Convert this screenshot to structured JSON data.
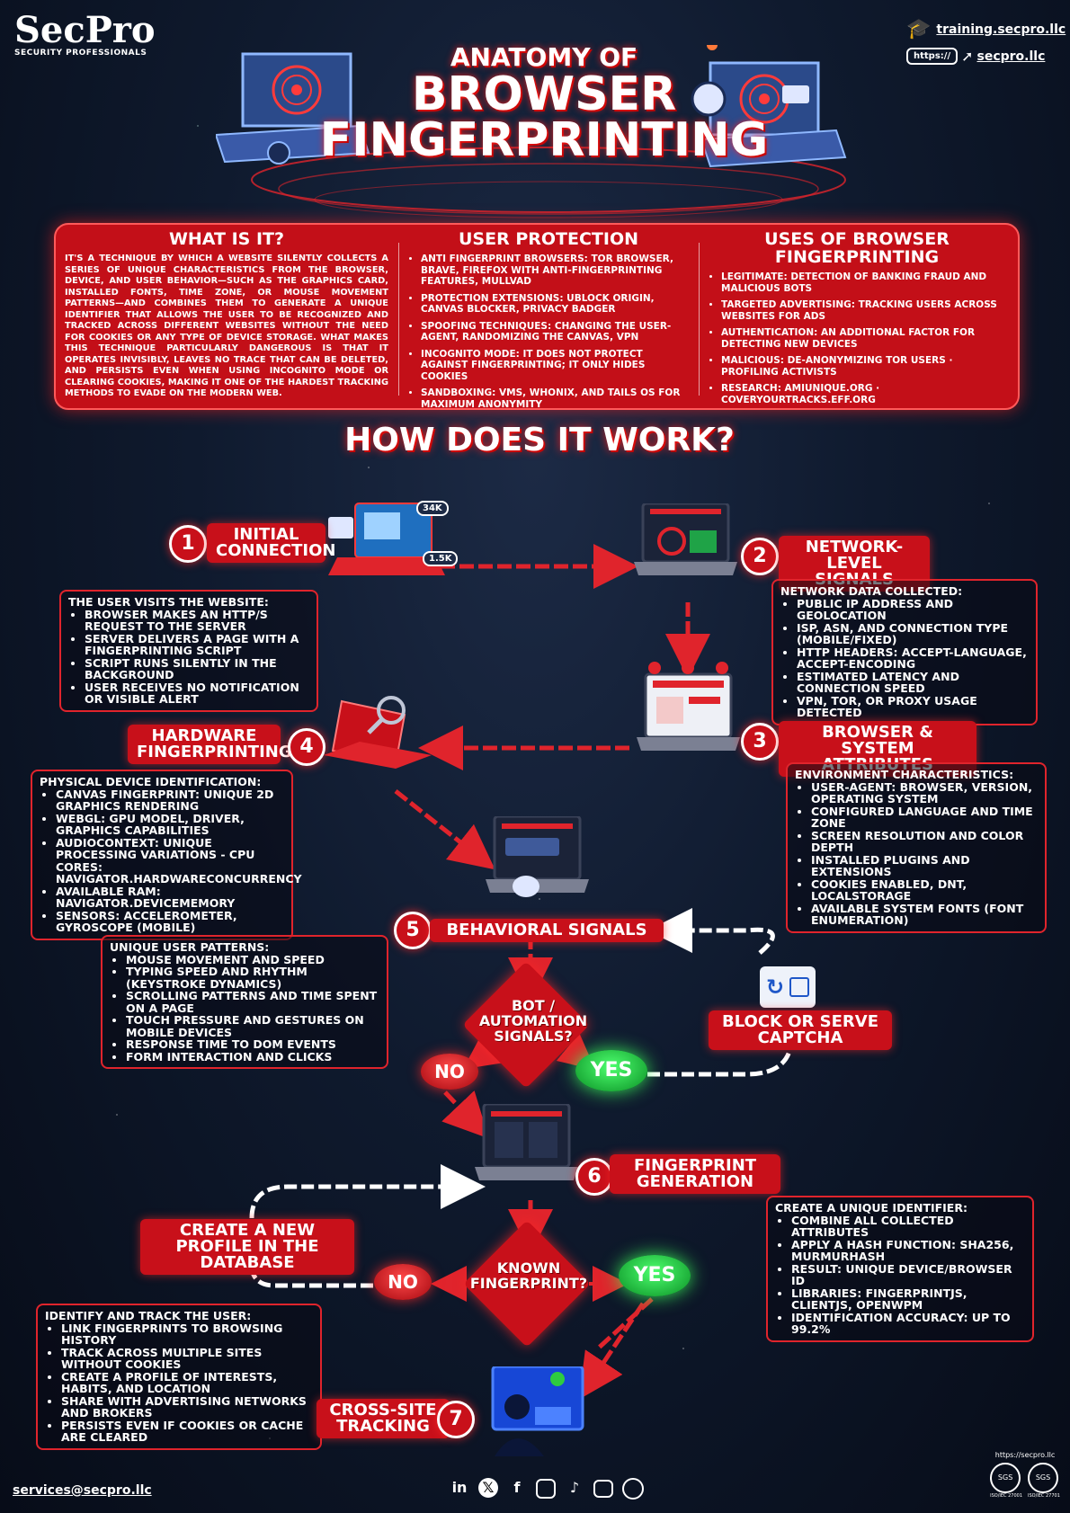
{
  "brand": {
    "name": "SecPro",
    "tagline": "SECURITY PROFESSIONALS"
  },
  "links": {
    "training": "training.secpro.llc",
    "https_prefix": "https://",
    "site": "secpro.llc"
  },
  "title": {
    "line1": "ANATOMY OF",
    "line2": "BROWSER",
    "line3": "FINGERPRINTING"
  },
  "what_is_it": {
    "heading": "WHAT IS IT?",
    "text": "IT'S A TECHNIQUE BY WHICH A WEBSITE SILENTLY COLLECTS A SERIES OF UNIQUE CHARACTERISTICS FROM THE BROWSER, DEVICE, AND USER BEHAVIOR—SUCH AS THE GRAPHICS CARD, INSTALLED FONTS, TIME ZONE, OR MOUSE MOVEMENT PATTERNS—AND COMBINES THEM TO GENERATE A UNIQUE IDENTIFIER THAT ALLOWS THE USER TO BE RECOGNIZED AND TRACKED ACROSS DIFFERENT WEBSITES WITHOUT THE NEED FOR COOKIES OR ANY TYPE OF DEVICE STORAGE. WHAT MAKES THIS TECHNIQUE PARTICULARLY DANGEROUS IS THAT IT OPERATES INVISIBLY, LEAVES NO TRACE THAT CAN BE DELETED, AND PERSISTS EVEN WHEN USING INCOGNITO MODE OR CLEARING COOKIES, MAKING IT ONE OF THE HARDEST TRACKING METHODS TO EVADE ON THE MODERN WEB."
  },
  "user_protection": {
    "heading": "USER PROTECTION",
    "items": [
      "ANTI FINGERPRINT BROWSERS: TOR BROWSER, BRAVE, FIREFOX WITH ANTI-FINGERPRINTING FEATURES, MULLVAD",
      "PROTECTION EXTENSIONS: UBLOCK ORIGIN, CANVAS BLOCKER, PRIVACY BADGER",
      "SPOOFING TECHNIQUES: CHANGING THE USER-AGENT, RANDOMIZING THE CANVAS, VPN",
      "INCOGNITO MODE: IT DOES NOT PROTECT AGAINST FINGERPRINTING; IT ONLY HIDES COOKIES",
      "SANDBOXING: VMS, WHONIX, AND TAILS OS FOR MAXIMUM ANONYMITY"
    ]
  },
  "uses": {
    "heading": "USES OF BROWSER FINGERPRINTING",
    "items": [
      "LEGITIMATE: DETECTION OF BANKING FRAUD AND MALICIOUS BOTS",
      "TARGETED ADVERTISING: TRACKING USERS ACROSS WEBSITES FOR ADS",
      "AUTHENTICATION: AN ADDITIONAL FACTOR FOR DETECTING NEW DEVICES",
      "MALICIOUS: DE-ANONYMIZING TOR USERS · PROFILING ACTIVISTS",
      "RESEARCH: AMIUNIQUE.ORG · COVERYOURTRACKS.EFF.ORG"
    ]
  },
  "how": {
    "heading": "HOW DOES IT WORK?"
  },
  "steps": {
    "s1": {
      "num": "1",
      "label": "INITIAL CONNECTION",
      "head": "THE USER VISITS THE WEBSITE:",
      "items": [
        "BROWSER MAKES AN HTTP/S REQUEST TO THE SERVER",
        "SERVER DELIVERS A PAGE WITH A FINGERPRINTING SCRIPT",
        "SCRIPT RUNS SILENTLY IN THE BACKGROUND",
        "USER RECEIVES NO NOTIFICATION OR VISIBLE ALERT"
      ]
    },
    "s2": {
      "num": "2",
      "label": "NETWORK-LEVEL SIGNALS",
      "head": "NETWORK DATA COLLECTED:",
      "items": [
        "PUBLIC IP ADDRESS AND GEOLOCATION",
        "ISP, ASN, AND CONNECTION TYPE (MOBILE/FIXED)",
        "HTTP HEADERS: ACCEPT-LANGUAGE, ACCEPT-ENCODING",
        "ESTIMATED LATENCY AND CONNECTION SPEED",
        "VPN, TOR, OR PROXY USAGE DETECTED"
      ]
    },
    "s3": {
      "num": "3",
      "label": "BROWSER & SYSTEM ATTRIBUTES",
      "head": "ENVIRONMENT CHARACTERISTICS:",
      "items": [
        "USER-AGENT: BROWSER, VERSION, OPERATING SYSTEM",
        "CONFIGURED LANGUAGE AND TIME ZONE",
        "SCREEN RESOLUTION AND COLOR DEPTH",
        "INSTALLED PLUGINS AND EXTENSIONS",
        "COOKIES ENABLED, DNT, LOCALSTORAGE",
        "AVAILABLE SYSTEM FONTS (FONT ENUMERATION)"
      ]
    },
    "s4": {
      "num": "4",
      "label": "HARDWARE FINGERPRINTING",
      "head": "PHYSICAL DEVICE IDENTIFICATION:",
      "items": [
        "CANVAS FINGERPRINT: UNIQUE 2D GRAPHICS RENDERING",
        "WEBGL: GPU MODEL, DRIVER, GRAPHICS CAPABILITIES",
        "AUDIOCONTEXT: UNIQUE PROCESSING VARIATIONS - CPU CORES: NAVIGATOR.HARDWARECONCURRENCY",
        "AVAILABLE RAM: NAVIGATOR.DEVICEMEMORY",
        "SENSORS: ACCELEROMETER, GYROSCOPE (MOBILE)"
      ]
    },
    "s5": {
      "num": "5",
      "label": "BEHAVIORAL SIGNALS",
      "head": "UNIQUE USER PATTERNS:",
      "items": [
        "MOUSE MOVEMENT AND SPEED",
        "TYPING SPEED AND RHYTHM (KEYSTROKE DYNAMICS)",
        "SCROLLING PATTERNS AND TIME SPENT ON A PAGE",
        "TOUCH PRESSURE AND GESTURES ON MOBILE DEVICES",
        "RESPONSE TIME TO DOM EVENTS",
        "FORM INTERACTION AND CLICKS"
      ]
    },
    "s6": {
      "num": "6",
      "label": "FINGERPRINT GENERATION",
      "head": "CREATE A UNIQUE IDENTIFIER:",
      "items": [
        "COMBINE ALL COLLECTED ATTRIBUTES",
        "APPLY A HASH FUNCTION: SHA256, MURMURHASH",
        "RESULT: UNIQUE DEVICE/BROWSER ID",
        "LIBRARIES: FINGERPRINTJS, CLIENTJS, OPENWPM",
        "IDENTIFICATION ACCURACY: UP TO 99.2%"
      ]
    },
    "s7": {
      "num": "7",
      "label": "CROSS-SITE TRACKING",
      "head": "IDENTIFY AND TRACK THE USER:",
      "items": [
        "LINK FINGERPRINTS TO BROWSING HISTORY",
        "TRACK ACROSS MULTIPLE SITES WITHOUT COOKIES",
        "CREATE A PROFILE OF INTERESTS, HABITS, AND LOCATION",
        "SHARE WITH ADVERTISING NETWORKS AND BROKERS",
        "PERSISTS EVEN IF COOKIES OR CACHE ARE CLEARED"
      ]
    }
  },
  "decisions": {
    "bot": {
      "question": "BOT / AUTOMATION SIGNALS?",
      "no": "NO",
      "yes": "YES"
    },
    "captcha": "BLOCK OR SERVE CAPTCHA",
    "known": {
      "question": "KNOWN FINGERPRINT?",
      "no": "NO",
      "yes": "YES"
    },
    "new_profile": "CREATE A NEW PROFILE IN THE DATABASE"
  },
  "laptop_badges": {
    "b1": "34K",
    "b2": "1.5K"
  },
  "footer": {
    "email": "services@secpro.llc",
    "social_icons": [
      "linkedin-icon",
      "x-icon",
      "facebook-icon",
      "instagram-icon",
      "tiktok-icon",
      "chat-icon",
      "github-icon"
    ],
    "cert_link": "https://secpro.llc",
    "badge1": "SGS",
    "badge2": "SGS",
    "cert1": "ISO/IEC 27001",
    "cert2": "ISO/IEC 27701"
  },
  "colors": {
    "accent_red": "#c8101a",
    "yes_green": "#1fd147",
    "background": "#0f1a2e"
  }
}
